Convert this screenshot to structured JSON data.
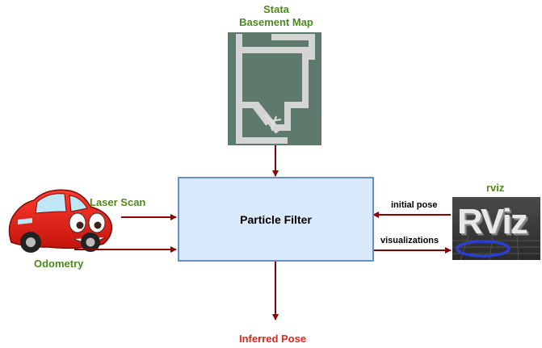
{
  "map": {
    "title_line1": "Stata",
    "title_line2": "Basement Map"
  },
  "inputs": {
    "laser_scan": "Laser Scan",
    "odometry": "Odometry"
  },
  "filter": {
    "label": "Particle Filter"
  },
  "rviz": {
    "label": "rviz",
    "logo_text": "RViz",
    "initial_pose": "initial pose",
    "visualizations": "visualizations"
  },
  "output": {
    "inferred_pose": "Inferred Pose"
  },
  "colors": {
    "arrow": "#8b0000",
    "green_label": "#4d8a1a",
    "red_label": "#e3241b",
    "box_fill": "#dae8fc",
    "box_border": "#6c8ebf"
  }
}
